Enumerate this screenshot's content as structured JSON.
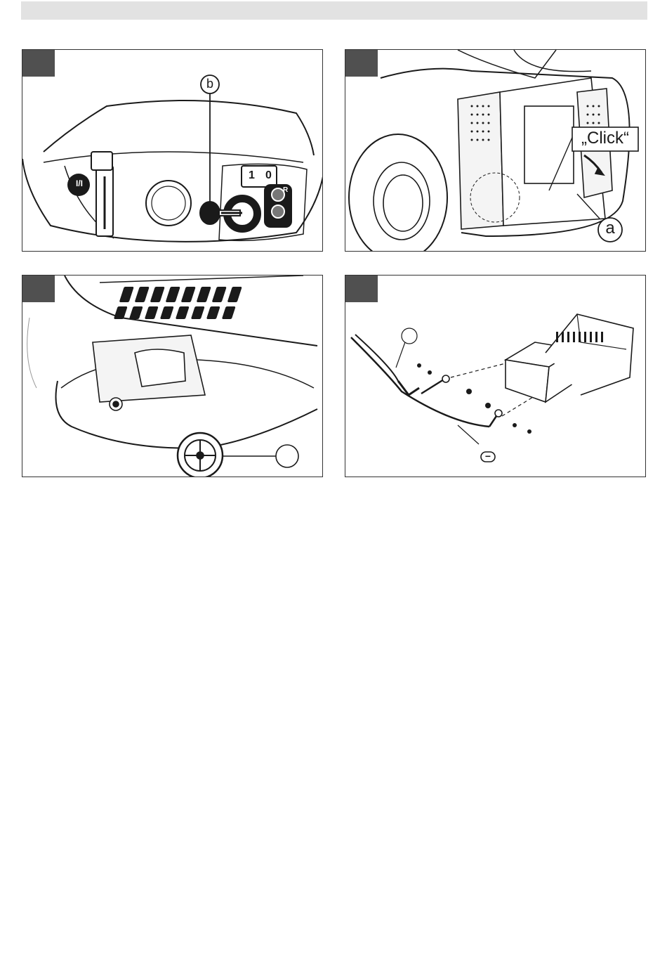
{
  "figures": [
    {
      "id": "fig1",
      "callout": "b",
      "dashboard": {
        "switch_symbol": "I/I",
        "gear_display": "1",
        "gear_display_neutral": "0",
        "reverse_label": "R"
      }
    },
    {
      "id": "fig2",
      "callout": "a",
      "sound_label": "„Click“"
    },
    {
      "id": "fig3",
      "callout": ""
    },
    {
      "id": "fig4",
      "callout": "",
      "polarity_symbol": "−"
    }
  ],
  "colors": {
    "header_bar": "#e2e2e2",
    "figure_tab": "#505050",
    "line_art": "#1a1a1a"
  }
}
